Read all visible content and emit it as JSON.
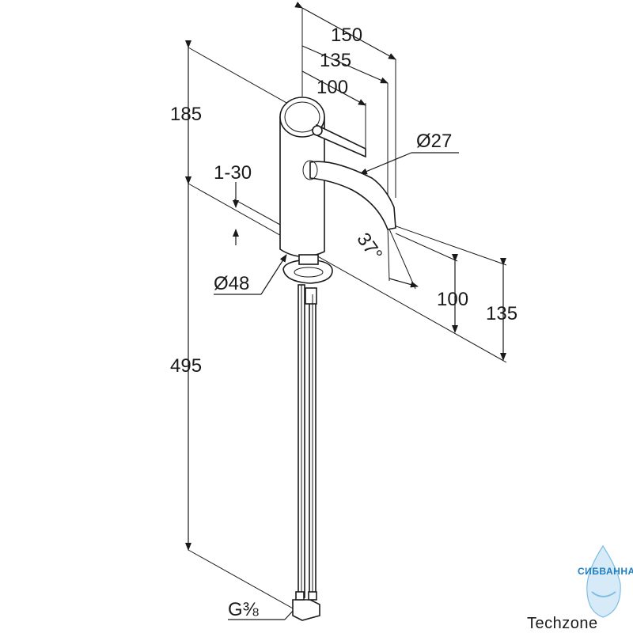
{
  "dimensions": {
    "width_150": "150",
    "width_135": "135",
    "width_100": "100",
    "height_185": "185",
    "range_1_30": "1-30",
    "spout_diameter": "Ø27",
    "body_diameter": "Ø48",
    "angle": "37°",
    "spout_height_100": "100",
    "spout_height_135": "135",
    "hose_length": "495",
    "thread": "G⅜"
  },
  "watermark": {
    "brand_top": "СИБВАННА",
    "brand_main": "Techzone"
  },
  "colors": {
    "line": "#1a1a1a",
    "logo_blue": "#1e7fc2"
  }
}
